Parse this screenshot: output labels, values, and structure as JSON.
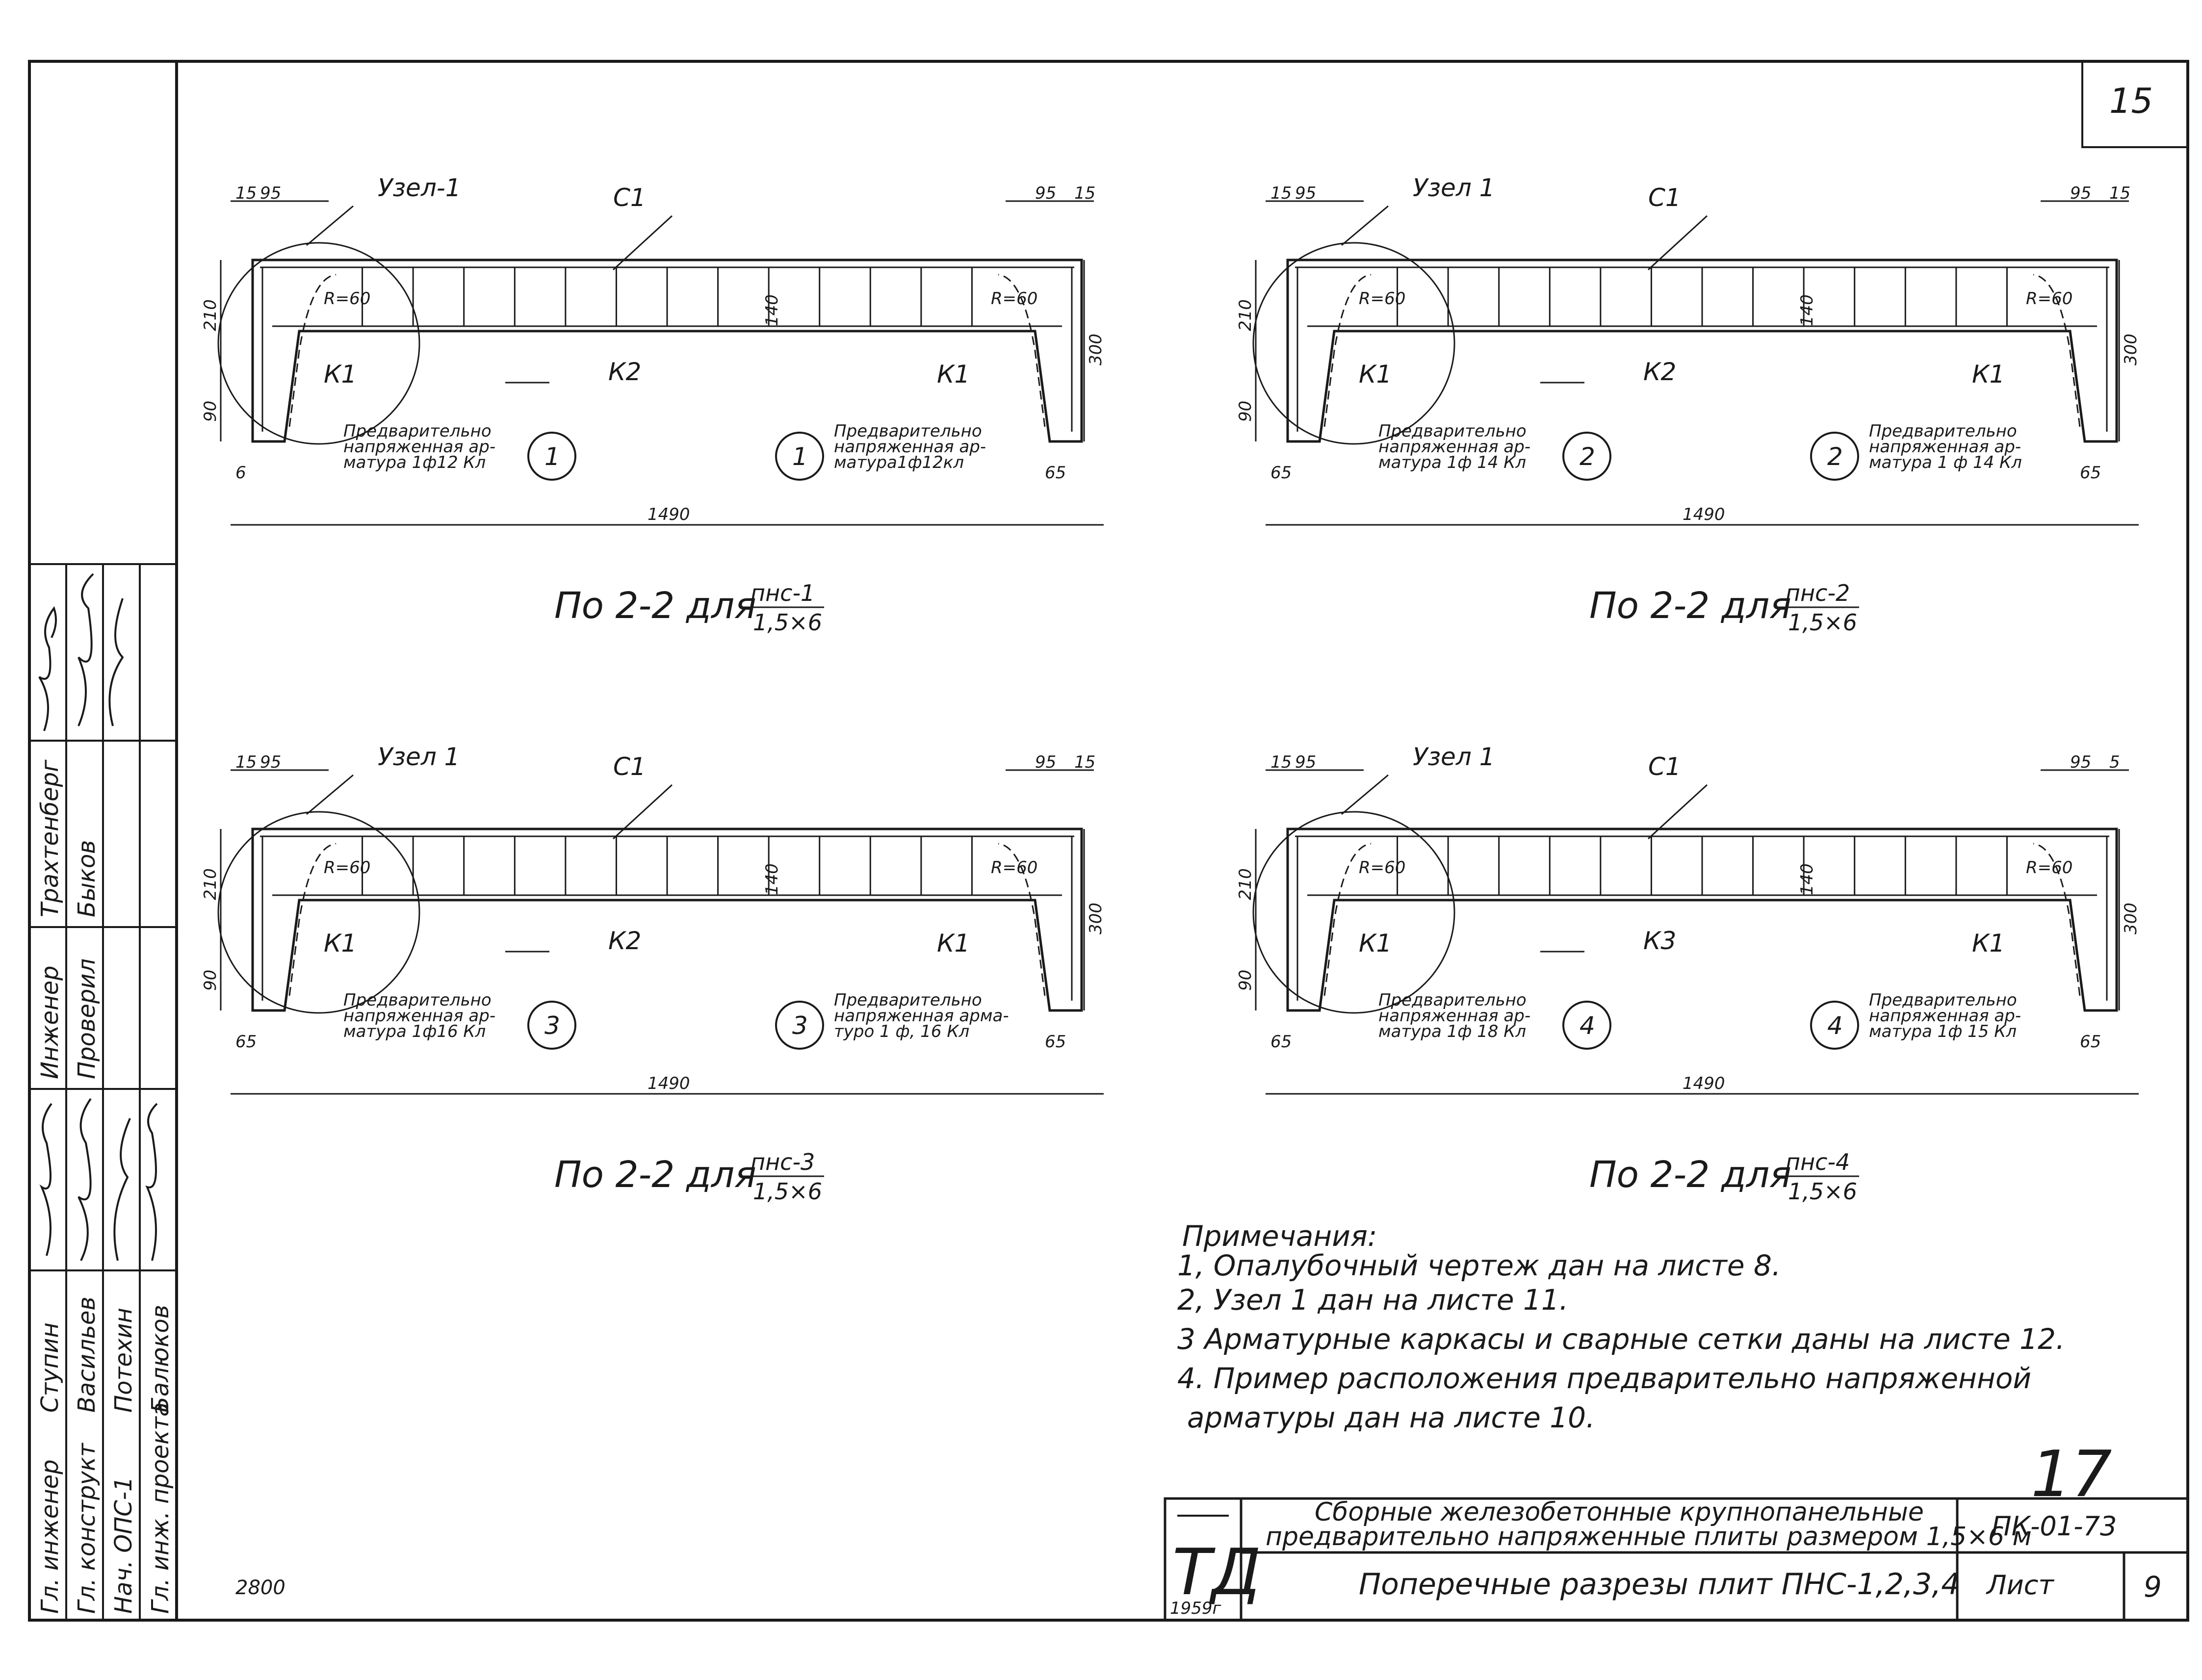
{
  "sheet_corner_number": "15",
  "sections": [
    {
      "caption": "По 2-2 для",
      "frac_top": "пнс-1",
      "frac_bottom": "1,5×6",
      "node": "Узел-1",
      "mesh": "С1",
      "k_left": "К1",
      "k_center": "К2",
      "k_right": "К1",
      "num_left": "1",
      "num_right": "1",
      "pre_left": [
        "Предварительно",
        "напряженная ар-",
        "матура 1ф12 Кл"
      ],
      "pre_right": [
        "Предварительно",
        "напряженная ар-",
        "матура1ф12кл"
      ],
      "d15": "15",
      "d95": "95",
      "d95r": "95",
      "d15r": "15",
      "d210": "210",
      "d90": "90",
      "d140": "140",
      "d300": "300",
      "r60l": "R=60",
      "r60r": "R=60",
      "d65l": "6",
      "d65r": "65",
      "d1490": "1490"
    },
    {
      "caption": "По 2-2 для",
      "frac_top": "пнс-2",
      "frac_bottom": "1,5×6",
      "node": "Узел 1",
      "mesh": "С1",
      "k_left": "К1",
      "k_center": "К2",
      "k_right": "К1",
      "num_left": "2",
      "num_right": "2",
      "pre_left": [
        "Предварительно",
        "напряженная ар-",
        "матура 1ф 14 Кл"
      ],
      "pre_right": [
        "Предварительно",
        "напряженная ар-",
        "матура 1 ф 14 Кл"
      ],
      "d15": "15",
      "d95": "95",
      "d95r": "95",
      "d15r": "15",
      "d210": "210",
      "d90": "90",
      "d140": "140",
      "d300": "300",
      "r60l": "R=60",
      "r60r": "R=60",
      "d65l": "65",
      "d65r": "65",
      "d1490": "1490"
    },
    {
      "caption": "По 2-2 для",
      "frac_top": "пнс-3",
      "frac_bottom": "1,5×6",
      "node": "Узел 1",
      "mesh": "С1",
      "k_left": "К1",
      "k_center": "К2",
      "k_right": "К1",
      "num_left": "3",
      "num_right": "3",
      "pre_left": [
        "Предварительно",
        "напряженная ар-",
        "матура 1ф16 Кл"
      ],
      "pre_right": [
        "Предварительно",
        "напряженная арма-",
        "туро 1 ф, 16 Кл"
      ],
      "d15": "15",
      "d95": "95",
      "d95r": "95",
      "d15r": "15",
      "d210": "210",
      "d90": "90",
      "d140": "140",
      "d300": "300",
      "r60l": "R=60",
      "r60r": "R=60",
      "d65l": "65",
      "d65r": "65",
      "d1490": "1490"
    },
    {
      "caption": "По 2-2 для",
      "frac_top": "пнс-4",
      "frac_bottom": "1,5×6",
      "node": "Узел 1",
      "mesh": "С1",
      "k_left": "К1",
      "k_center": "К3",
      "k_right": "К1",
      "num_left": "4",
      "num_right": "4",
      "pre_left": [
        "Предварительно",
        "напряженная ар-",
        "матура 1ф 18 Кл"
      ],
      "pre_right": [
        "Предварительно",
        "напряженная ар-",
        "матура 1ф 15 Кл"
      ],
      "d15": "15",
      "d95": "95",
      "d95r": "95",
      "d15r": "5",
      "d210": "210",
      "d90": "90",
      "d140": "140",
      "d300": "300",
      "r60l": "R=60",
      "r60r": "R=60",
      "d65l": "65",
      "d65r": "65",
      "d1490": "1490"
    }
  ],
  "notes": {
    "title": "Примечания:",
    "items": [
      "1, Опалубочный чертеж дан на листе 8.",
      "2, Узел 1 дан на листе 11.",
      "3 Арматурные каркасы и сварные сетки даны на листе 12.",
      "4. Пример расположения предварительно напряженной",
      "арматуры дан   на листе 10."
    ]
  },
  "big_number": "17",
  "archive_number": "2800",
  "title_block": {
    "logo": "ТД",
    "year": "1959г",
    "project_title_1": "Сборные железобетонные крупнопанельные",
    "project_title_2": "предварительно напряженные плиты размером 1,5×6 м",
    "sheet_title": "Поперечные разрезы плит ПНС-1,2,3,4",
    "code": "ПК-01-73",
    "sheet_label": "Лист",
    "sheet_number": "9"
  },
  "side_block": {
    "col1": [
      "Гл. инженер",
      "Гл. конструкт",
      "Нач. ОПС-1",
      "Гл. инж. проекта"
    ],
    "col2": [
      "Ступин",
      "Васильев",
      "Потехин",
      "Балюков"
    ],
    "mid": [
      "Инженер",
      "Проверил"
    ],
    "mid2": [
      "Трахтенберг",
      "Быков"
    ]
  }
}
